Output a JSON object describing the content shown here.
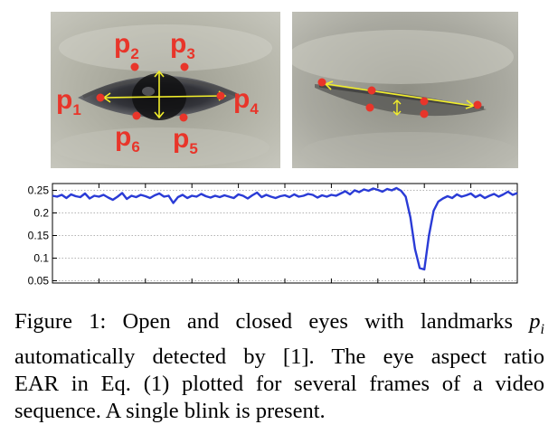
{
  "figure": {
    "open_eye_panel": {
      "landmarks": [
        {
          "id": "p1",
          "base": "p",
          "sub": "1"
        },
        {
          "id": "p2",
          "base": "p",
          "sub": "2"
        },
        {
          "id": "p3",
          "base": "p",
          "sub": "3"
        },
        {
          "id": "p4",
          "base": "p",
          "sub": "4"
        },
        {
          "id": "p5",
          "base": "p",
          "sub": "5"
        },
        {
          "id": "p6",
          "base": "p",
          "sub": "6"
        }
      ]
    },
    "caption": {
      "line1": "Figure 1:  Open and closed eyes with landmarks ",
      "line1_math": "p",
      "line1_math_sub": "i",
      "line2": "automatically detected by [1].  The eye aspect ratio",
      "line3": "EAR in Eq. (1) plotted for several frames of a video",
      "line4": "sequence. A single blink is present."
    }
  },
  "colors": {
    "landmark": "#e8352a",
    "guide": "#f2ee2b",
    "series": "#2a3bd6"
  },
  "chart_data": {
    "type": "line",
    "title": "",
    "xlabel": "",
    "ylabel": "",
    "yticks": [
      "0.25",
      "0.2",
      "0.15",
      "0.1",
      "0.05"
    ],
    "ytick_values": [
      0.25,
      0.2,
      0.15,
      0.1,
      0.05
    ],
    "ylim": [
      0.045,
      0.265
    ],
    "xlim": [
      0,
      100
    ],
    "grid": true,
    "series": [
      {
        "values": [
          0.238,
          0.236,
          0.24,
          0.233,
          0.241,
          0.237,
          0.235,
          0.243,
          0.232,
          0.238,
          0.236,
          0.24,
          0.234,
          0.229,
          0.236,
          0.244,
          0.231,
          0.238,
          0.235,
          0.24,
          0.237,
          0.233,
          0.239,
          0.243,
          0.236,
          0.238,
          0.222,
          0.235,
          0.24,
          0.233,
          0.238,
          0.236,
          0.242,
          0.237,
          0.234,
          0.238,
          0.235,
          0.239,
          0.236,
          0.233,
          0.241,
          0.238,
          0.232,
          0.239,
          0.245,
          0.235,
          0.24,
          0.236,
          0.233,
          0.237,
          0.239,
          0.235,
          0.241,
          0.236,
          0.238,
          0.242,
          0.24,
          0.234,
          0.239,
          0.236,
          0.24,
          0.238,
          0.243,
          0.248,
          0.241,
          0.25,
          0.246,
          0.252,
          0.249,
          0.254,
          0.251,
          0.247,
          0.253,
          0.25,
          0.255,
          0.249,
          0.236,
          0.19,
          0.12,
          0.078,
          0.075,
          0.15,
          0.205,
          0.225,
          0.232,
          0.237,
          0.233,
          0.241,
          0.236,
          0.239,
          0.243,
          0.235,
          0.24,
          0.233,
          0.238,
          0.242,
          0.236,
          0.241,
          0.247,
          0.24,
          0.244
        ]
      }
    ]
  }
}
